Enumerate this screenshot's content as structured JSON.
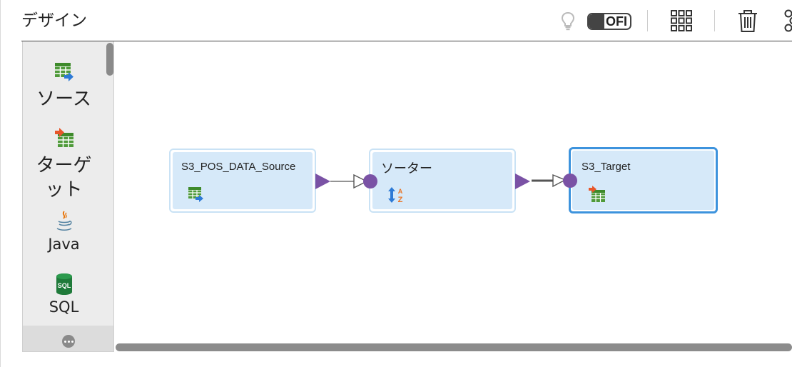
{
  "header": {
    "title": "デザイン",
    "toggle_label": "OFI"
  },
  "palette": {
    "items": [
      {
        "label": "ソース",
        "icon": "source-icon"
      },
      {
        "label_line1": "ターゲ",
        "label_line2": "ット",
        "icon": "target-icon"
      },
      {
        "label": "Java",
        "icon": "java-icon"
      },
      {
        "label": "SQL",
        "icon": "sql-icon"
      }
    ],
    "sql_badge": "SQL"
  },
  "nodes": [
    {
      "label": "S3_POS_DATA_Source",
      "icon": "source-table-icon"
    },
    {
      "label": "ソーター",
      "icon": "sorter-icon"
    },
    {
      "label": "S3_Target",
      "icon": "target-table-icon",
      "selected": true
    }
  ],
  "colors": {
    "accent": "#3d93dd",
    "port": "#7a52a5",
    "node_fill": "#d6e9f9",
    "palette_bg": "#ececec"
  }
}
